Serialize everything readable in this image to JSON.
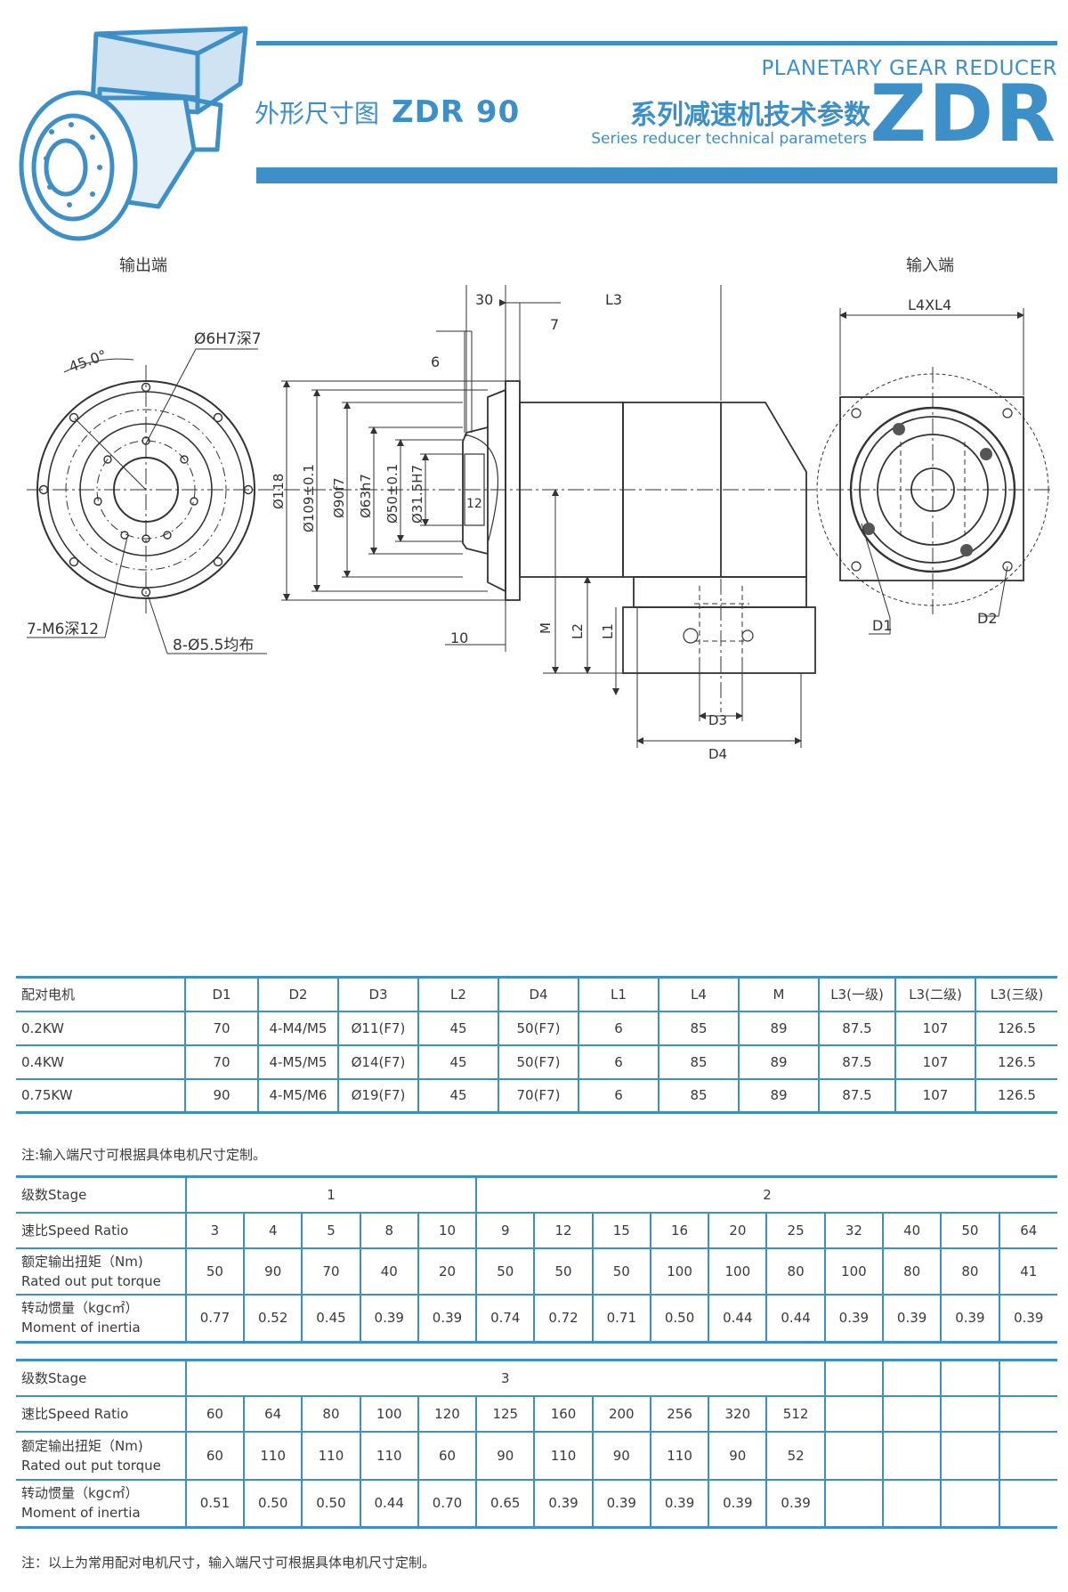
{
  "header": {
    "title_cn": "外形尺寸图",
    "model": "ZDR 90",
    "planetary": "PLANETARY GEAR REDUCER",
    "series_cn": "系列减速机技术参数",
    "series_en": "Series reducer technical parameters",
    "brand": "ZDR"
  },
  "drawing": {
    "output_label": "输出端",
    "input_label": "输入端",
    "front": {
      "angle": "45.0°",
      "center_hole": "Ø6H7深7",
      "thread": "7-M6深12",
      "bolt_holes": "8-Ø5.5均布"
    },
    "side": {
      "dim_30": "30",
      "dim_L3": "L3",
      "dim_7": "7",
      "dim_6": "6",
      "dim_12": "12",
      "dim_10": "10",
      "d118": "Ø118",
      "d109": "Ø109±0.1",
      "d90": "Ø90f7",
      "d63": "Ø63h7",
      "d50": "Ø50±0.1",
      "d315": "Ø31.5H7",
      "M": "M",
      "L2": "L2",
      "L1": "L1",
      "D3": "D3",
      "D4": "D4"
    },
    "input": {
      "L4": "L4XL4",
      "D1": "D1",
      "D2": "D2"
    }
  },
  "motor_table": {
    "headers": [
      "配对电机",
      "D1",
      "D2",
      "D3",
      "L2",
      "D4",
      "L1",
      "L4",
      "M",
      "L3(一级)",
      "L3(二级)",
      "L3(三级)"
    ],
    "rows": [
      [
        "0.2KW",
        "70",
        "4-M4/M5",
        "Ø11(F7)",
        "45",
        "50(F7)",
        "6",
        "85",
        "89",
        "87.5",
        "107",
        "126.5"
      ],
      [
        "0.4KW",
        "70",
        "4-M5/M5",
        "Ø14(F7)",
        "45",
        "50(F7)",
        "6",
        "85",
        "89",
        "87.5",
        "107",
        "126.5"
      ],
      [
        "0.75KW",
        "90",
        "4-M5/M6",
        "Ø19(F7)",
        "45",
        "70(F7)",
        "6",
        "85",
        "89",
        "87.5",
        "107",
        "126.5"
      ]
    ]
  },
  "note1": "注:输入端尺寸可根据具体电机尺寸定制。",
  "stage12": {
    "stage_label": "级数Stage",
    "stage1": "1",
    "stage2": "2",
    "ratio_label": "速比Speed Ratio",
    "torque_label_cn": "额定输出扭矩（Nm)",
    "torque_label_en": "Rated out put torque",
    "inertia_label_cn": "转动惯量（kgc㎡）",
    "inertia_label_en": "Moment of inertia",
    "ratios": [
      "3",
      "4",
      "5",
      "8",
      "10",
      "9",
      "12",
      "15",
      "16",
      "20",
      "25",
      "32",
      "40",
      "50",
      "64"
    ],
    "torques": [
      "50",
      "90",
      "70",
      "40",
      "20",
      "50",
      "50",
      "50",
      "100",
      "100",
      "80",
      "100",
      "80",
      "80",
      "41"
    ],
    "inertias": [
      "0.77",
      "0.52",
      "0.45",
      "0.39",
      "0.39",
      "0.74",
      "0.72",
      "0.71",
      "0.50",
      "0.44",
      "0.44",
      "0.39",
      "0.39",
      "0.39",
      "0.39"
    ]
  },
  "stage3": {
    "stage_label": "级数Stage",
    "stage3": "3",
    "ratio_label": "速比Speed Ratio",
    "torque_label_cn": "额定输出扭矩（Nm)",
    "torque_label_en": "Rated out put torque",
    "inertia_label_cn": "转动惯量（kgc㎡）",
    "inertia_label_en": "Moment of inertia",
    "ratios": [
      "60",
      "64",
      "80",
      "100",
      "120",
      "125",
      "160",
      "200",
      "256",
      "320",
      "512"
    ],
    "torques": [
      "60",
      "110",
      "110",
      "110",
      "60",
      "90",
      "110",
      "90",
      "110",
      "90",
      "52"
    ],
    "inertias": [
      "0.51",
      "0.50",
      "0.50",
      "0.44",
      "0.70",
      "0.65",
      "0.39",
      "0.39",
      "0.39",
      "0.39",
      "0.39"
    ]
  },
  "note2": "注：以上为常用配对电机尺寸，输入端尺寸可根据具体电机尺寸定制。",
  "colors": {
    "accent": "#3d8fc8",
    "text": "#3a3a3a",
    "line": "#333333"
  }
}
